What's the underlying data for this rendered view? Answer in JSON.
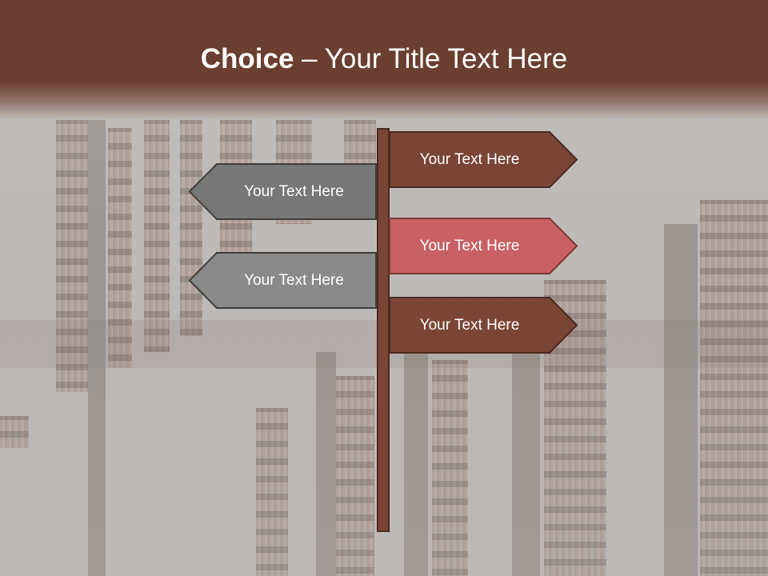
{
  "slide": {
    "title": {
      "bold": "Choice",
      "rest": " – Your Title Text Here"
    },
    "signs": [
      {
        "label": "Your Text Here",
        "direction": "right",
        "color": "#7b4535"
      },
      {
        "label": "Your Text Here",
        "direction": "left",
        "color": "#777777"
      },
      {
        "label": "Your Text Here",
        "direction": "right",
        "color": "#c96164"
      },
      {
        "label": "Your Text Here",
        "direction": "left",
        "color": "#8a8a8a"
      },
      {
        "label": "Your Text Here",
        "direction": "right",
        "color": "#7b4535"
      }
    ]
  },
  "colors": {
    "title_bar": "#6a3e30",
    "post": "#7a4535",
    "outline": "#4a2a20"
  }
}
